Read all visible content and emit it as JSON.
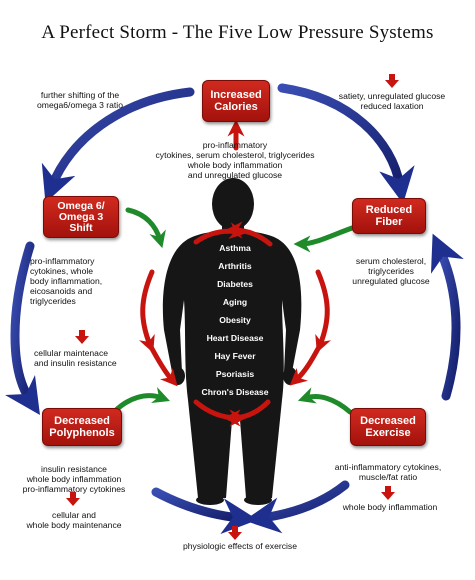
{
  "title": "A Perfect Storm - The Five Low Pressure Systems",
  "boxes": {
    "calories": "Increased\nCalories",
    "omega": "Omega 6/\nOmega 3\nShift",
    "fiber": "Reduced\nFiber",
    "polyphenols": "Decreased\nPolyphenols",
    "exercise": "Decreased\nExercise"
  },
  "notes": {
    "top_left": "further shifting of the\nomega6/omega 3 ratio",
    "top_right": "satiety, unregulated glucose\nreduced laxation",
    "calories_effect": "pro-inflammatory\ncytokines, serum cholesterol, triglycerides\nwhole body inflammation\nand unregulated glucose",
    "omega_effect": "pro-inflammatory\ncytokines, whole\nbody inflammation,\neicosanoids and\ntriglycerides",
    "omega_result": "cellular maintenace\nand insulin resistance",
    "fiber_effect": "serum cholesterol,\ntriglycerides\nunregulated glucose",
    "polyphenols_effect": "insulin resistance\nwhole body inflammation\npro-inflammatory cytokines",
    "polyphenols_result": "cellular and\nwhole body maintenance",
    "exercise_effect": "anti-inflammatory cytokines,\nmuscle/fat ratio",
    "exercise_result": "whole body inflammation",
    "bottom": "physiologic effects of exercise"
  },
  "conditions": [
    "Asthma",
    "Arthritis",
    "Diabetes",
    "Aging",
    "Obesity",
    "Heart Disease",
    "Hay Fever",
    "Psoriasis",
    "Chron's Disease"
  ],
  "colors": {
    "box_red": "#c0201a",
    "arrow_red": "#c8140f",
    "arrow_blue": "#1e2f8f",
    "arrow_green": "#1f8a2a",
    "silhouette": "#161616"
  }
}
